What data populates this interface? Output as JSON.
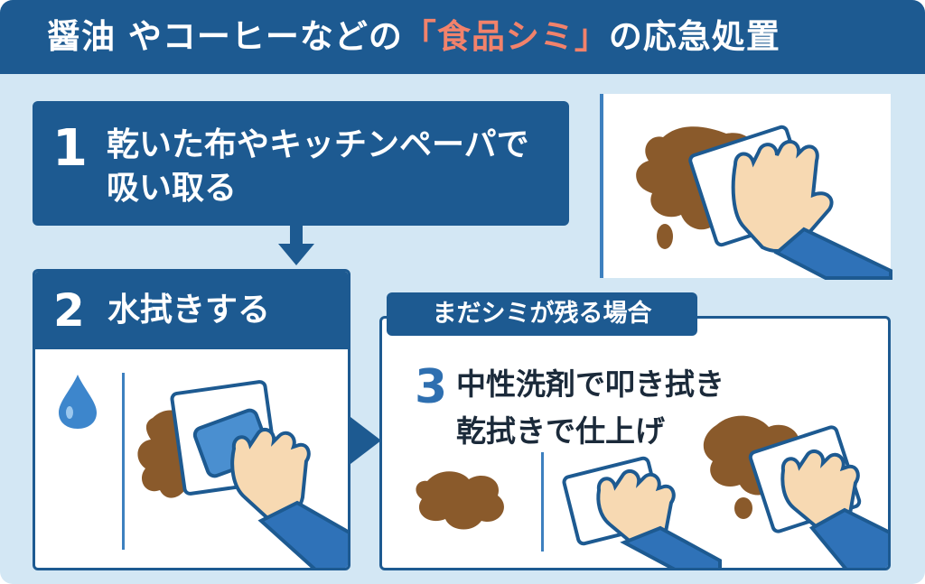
{
  "title": {
    "prefix": "醤油 やコーヒーなどの",
    "highlight": "「食品シミ」",
    "suffix": "の応急処置"
  },
  "steps": [
    {
      "number": "1",
      "lines": [
        "乾いた布やキッチンペーパで",
        "吸い取る"
      ]
    },
    {
      "number": "2",
      "lines": [
        "水拭きする"
      ]
    },
    {
      "number": "3",
      "lines": [
        "中性洗剤で叩き拭き",
        "乾拭きで仕上げ"
      ]
    }
  ],
  "badge": "まだシミが残る場合",
  "colors": {
    "primary": "#1d5a91",
    "background": "#d3e7f4",
    "accent": "#f2826b",
    "stain": "#8a5a2b",
    "sleeve": "#2f72b8",
    "skin": "#f7d9b2"
  },
  "icons": [
    "water-drop-icon",
    "arrow-down-icon",
    "arrow-right-icon",
    "hand-wiping-icon",
    "stain-icon",
    "cloth-icon",
    "sponge-icon"
  ]
}
